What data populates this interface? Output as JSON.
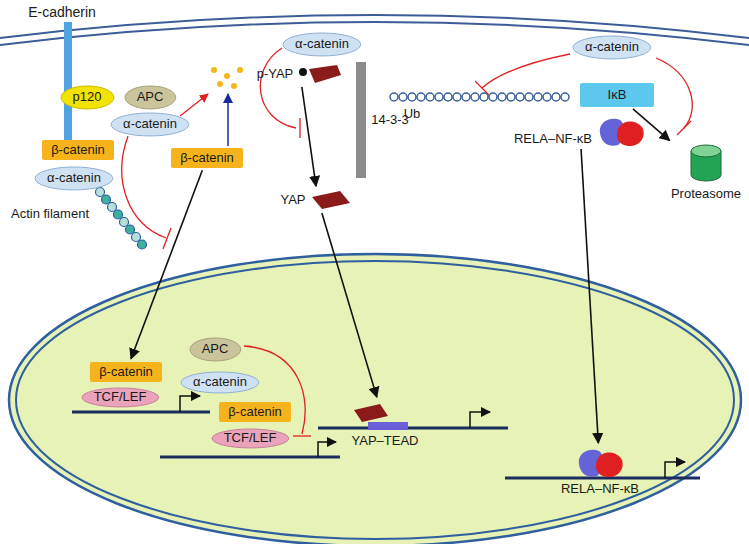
{
  "diagram": {
    "nodes": [
      {
        "text": [
          "p120"
        ]
      },
      {
        "text": [
          "β-catenin"
        ]
      },
      {
        "text": [
          "α-catenin"
        ]
      },
      {
        "text": [
          "APC"
        ]
      },
      {
        "text": [
          "α-catenin"
        ]
      },
      {
        "text": [
          "β-catenin"
        ]
      },
      {
        "text": [
          "α-catenin"
        ]
      },
      {
        "text": [
          "p-YAP"
        ]
      },
      {
        "text": [
          "14-3-3"
        ]
      },
      {
        "text": [
          "YAP"
        ]
      },
      {
        "text": [
          "α-catenin"
        ]
      },
      {
        "text": [
          "IκB"
        ]
      },
      {
        "text": [
          "RELA–NF-κB"
        ]
      },
      {
        "text": [
          "Proteasome"
        ]
      },
      {
        "text": [
          "β-catenin"
        ]
      },
      {
        "text": [
          "TCF/LEF"
        ]
      },
      {
        "text": [
          "APC"
        ]
      },
      {
        "text": [
          "α-catenin"
        ]
      },
      {
        "text": [
          "β-catenin"
        ]
      },
      {
        "text": [
          "TCF/LEF"
        ]
      },
      {
        "text": [
          "YAP–TEAD"
        ]
      },
      {
        "text": [
          "RELA–NF-κB"
        ]
      }
    ],
    "edges": [
      {
        "from": 5,
        "to": 14,
        "arrow": "to"
      },
      {
        "from": 7,
        "to": 9,
        "arrow": "to"
      },
      {
        "from": 9,
        "to": 20,
        "arrow": "to"
      },
      {
        "from": 11,
        "to": 13,
        "arrow": "to"
      },
      {
        "from": 12,
        "to": 21,
        "arrow": "to"
      }
    ],
    "labels": [
      "E-cadherin",
      "Actin filament",
      "Ub"
    ]
  }
}
